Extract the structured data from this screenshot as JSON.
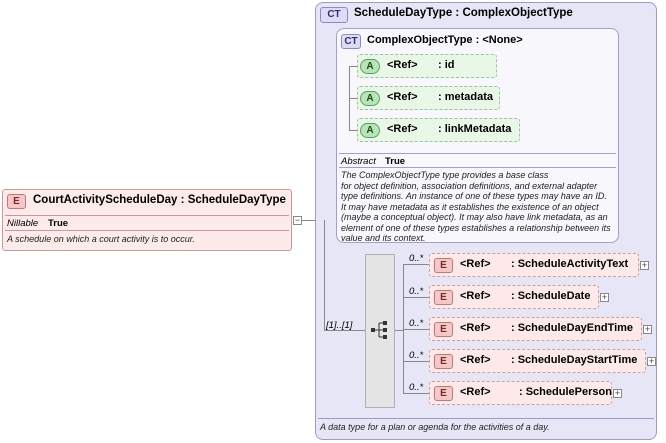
{
  "root_element": {
    "badge": "E",
    "name": "CourtActivityScheduleDay",
    "sep": ":",
    "type": "ScheduleDayType",
    "nillable_label": "Nillable",
    "nillable_value": "True",
    "doc": "A schedule on which a court activity is to occur."
  },
  "complex_type": {
    "badge": "CT",
    "name": "ScheduleDayType",
    "sep": ":",
    "base": "ComplexObjectType",
    "doc": "A data type for a plan or agenda for the activities of a day."
  },
  "base_type": {
    "badge": "CT",
    "name": "ComplexObjectType",
    "sep": ":",
    "base": "<None>",
    "attributes": [
      {
        "badge": "A",
        "ref": "<Ref>",
        "name": ": id"
      },
      {
        "badge": "A",
        "ref": "<Ref>",
        "name": ": metadata"
      },
      {
        "badge": "A",
        "ref": "<Ref>",
        "name": ": linkMetadata"
      }
    ],
    "abstract_label": "Abstract",
    "abstract_value": "True",
    "doc_lines": [
      "The ComplexObjectType type provides a base class",
      "for object definition, association definitions, and external adapter",
      "type definitions. An instance of one of these types may have an ID.",
      "It may have metadata as it establishes the existence of an object",
      "(maybe a conceptual object). It may also have link metadata, as an",
      "element of one of these types establishes a relationship between its",
      "value and its context."
    ]
  },
  "sequence": {
    "cardinality": "[1]..[1]",
    "children": [
      {
        "card": "0..*",
        "badge": "E",
        "ref": "<Ref>",
        "name": ": ScheduleActivityText",
        "expander": "+"
      },
      {
        "card": "0..*",
        "badge": "E",
        "ref": "<Ref>",
        "name": ": ScheduleDate",
        "expander": "+"
      },
      {
        "card": "0..*",
        "badge": "E",
        "ref": "<Ref>",
        "name": ": ScheduleDayEndTime",
        "expander": "+"
      },
      {
        "card": "0..*",
        "badge": "E",
        "ref": "<Ref>",
        "name": ": ScheduleDayStartTime",
        "expander": "+"
      },
      {
        "card": "0..*",
        "badge": "E",
        "ref": "<Ref>",
        "name": ": SchedulePerson",
        "expander": "+"
      }
    ]
  },
  "root_expander": "−"
}
